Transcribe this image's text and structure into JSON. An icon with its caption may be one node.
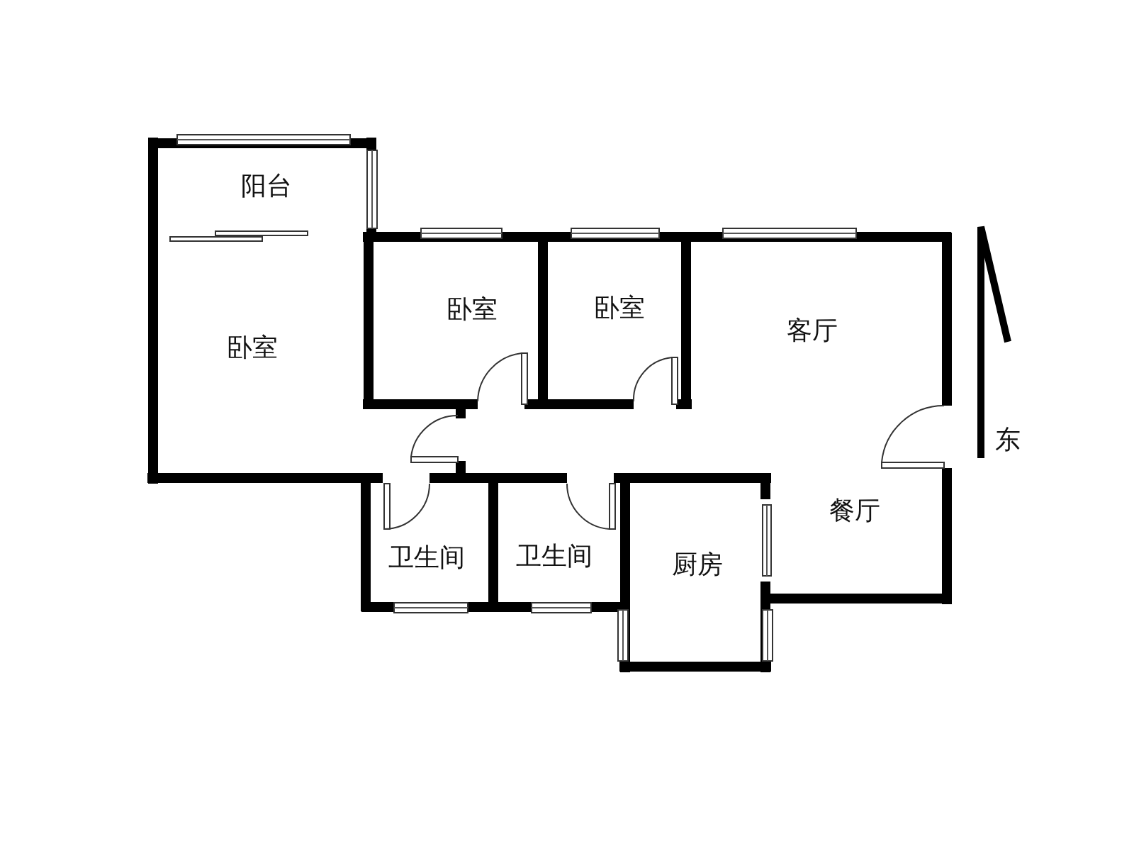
{
  "diagram": {
    "nodes": [
      {
        "text": [
          "阳台"
        ]
      },
      {
        "text": [
          "卧室"
        ]
      },
      {
        "text": [
          "卧室"
        ]
      },
      {
        "text": [
          "卧室"
        ]
      },
      {
        "text": [
          "客厅"
        ]
      },
      {
        "text": [
          "餐厅"
        ]
      },
      {
        "text": [
          "卫生间"
        ]
      },
      {
        "text": [
          "卫生间"
        ]
      },
      {
        "text": [
          "厨房"
        ]
      }
    ],
    "labels": [
      "东"
    ]
  }
}
